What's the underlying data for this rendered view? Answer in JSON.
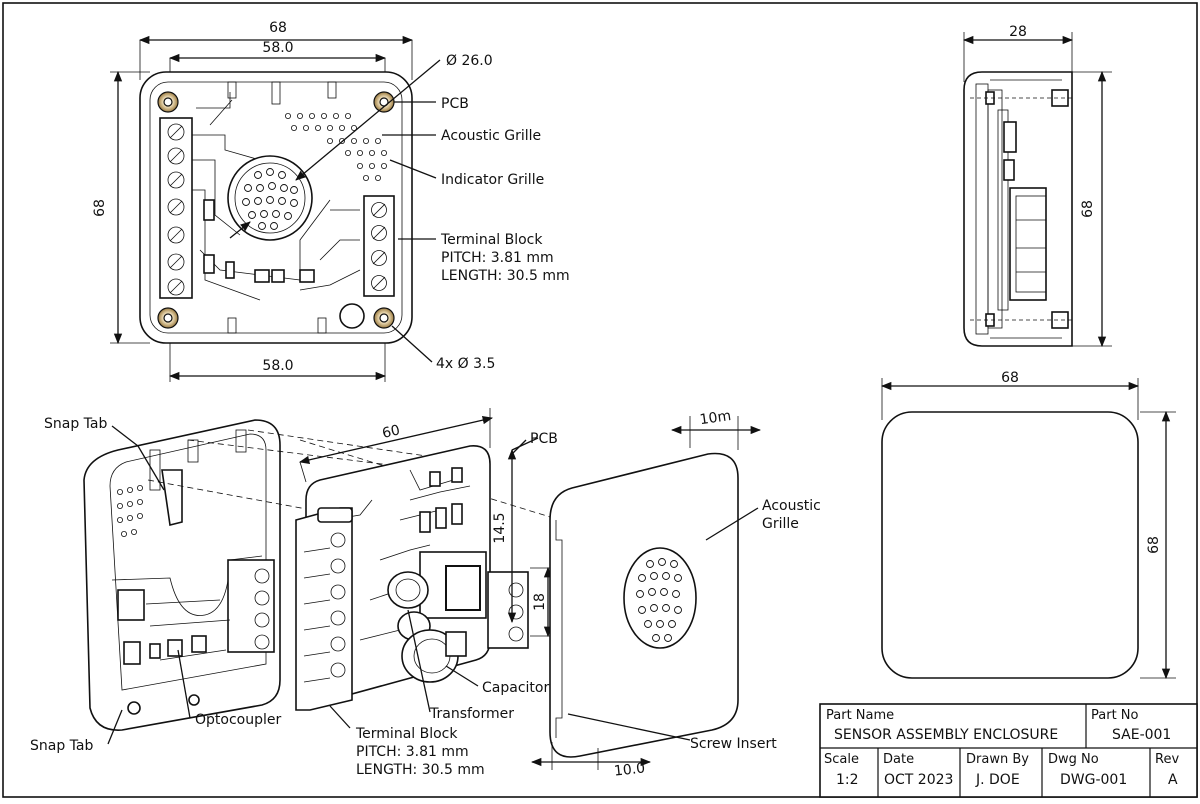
{
  "top_view": {
    "dim_width_outer": "68",
    "dim_width_inner": "58.0",
    "dim_height": "68",
    "dim_bottom": "58.0",
    "dim_diameter": "Ø 26.0",
    "callout_pcb": "PCB",
    "callout_acoustic_grille": "Acoustic Grille",
    "callout_indicator_grille": "Indicator Grille",
    "callout_terminal_block": "Terminal Block",
    "callout_pitch": "PITCH: 3.81 mm",
    "callout_length": "LENGTH: 30.5 mm",
    "callout_holes": "4x Ø 3.5"
  },
  "side_view": {
    "dim_depth": "28",
    "dim_height": "68"
  },
  "cover_view": {
    "dim_width": "68",
    "dim_height": "68"
  },
  "exploded_view": {
    "snap_tab_top": "Snap Tab",
    "snap_tab_bottom": "Snap Tab",
    "optocoupler": "Optocoupler",
    "dim_pcb_width": "60",
    "pcb": "PCB",
    "dim_pcb_height": "14.5",
    "dim_terminal": "18",
    "capacitor": "Capacitor",
    "transformer": "Transformer",
    "terminal_block": "Terminal Block",
    "pitch": "PITCH: 3.81 mm",
    "length": "LENGTH: 30.5 mm",
    "dim_cover_top": "10m",
    "acoustic_grille_line1": "Acoustic",
    "acoustic_grille_line2": "Grille",
    "screw_insert": "Screw Insert",
    "dim_cover_bottom": "10.0"
  },
  "title_block": {
    "part_name_label": "Part Name",
    "part_name_value": "SENSOR ASSEMBLY ENCLOSURE",
    "part_no_label": "Part No",
    "part_no_value": "SAE-001",
    "scale_label": "Scale",
    "scale_value": "1:2",
    "date_label": "Date",
    "date_value": "OCT 2023",
    "drawn_by_label": "Drawn By",
    "drawn_by_value": "J. DOE",
    "dwg_no_label": "Dwg No",
    "dwg_no_value": "DWG-001",
    "rev_label": "Rev",
    "rev_value": "A"
  }
}
